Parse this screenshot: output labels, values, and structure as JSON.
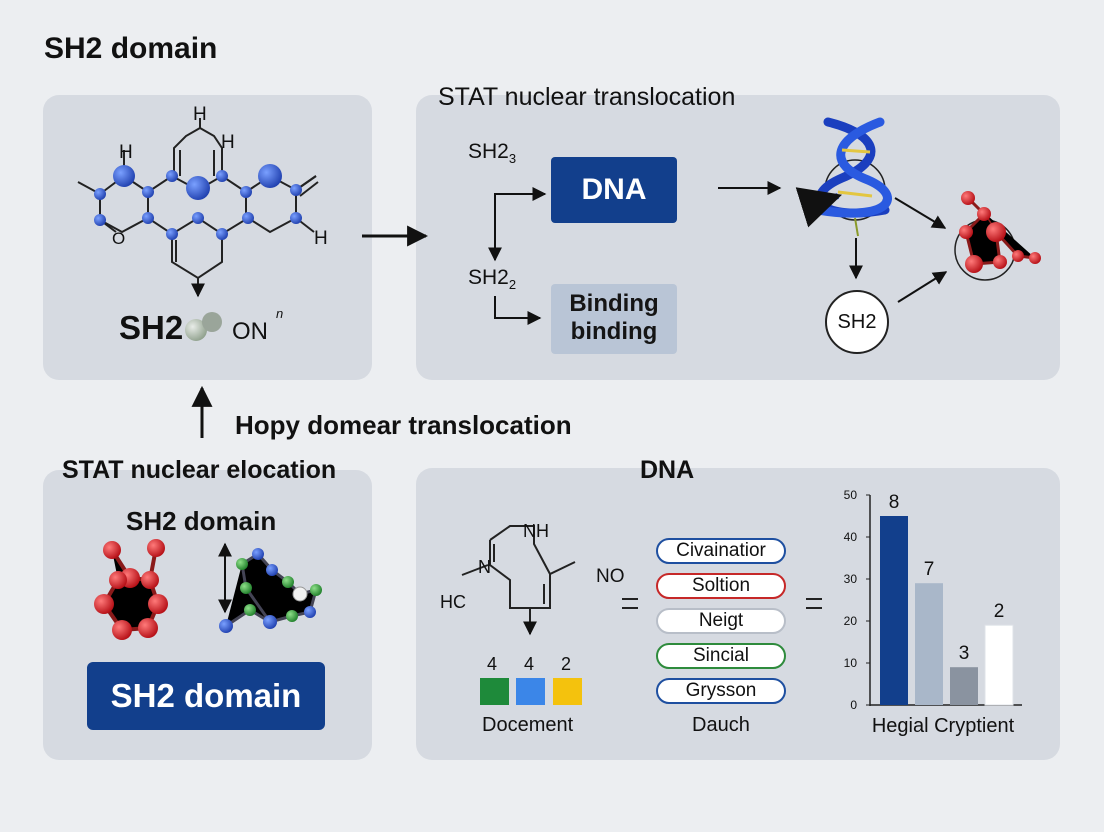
{
  "page_title": "SH2 domain",
  "top_left": {
    "atom_labels": [
      "H",
      "H",
      "H",
      "O",
      "H"
    ],
    "formula_main": "SH2",
    "formula_suffix": "ON",
    "formula_superscript": "n"
  },
  "top_right": {
    "title": "STAT nuclear translocation",
    "sh2_top": "SH2",
    "sh2_top_sub": "3",
    "dna_box": "DNA",
    "sh2_bottom": "SH2",
    "sh2_bottom_sub": "2",
    "binding_box_line1": "Binding",
    "binding_box_line2": "binding",
    "circle_label": "SH2"
  },
  "middle_caption": "Hopy domear translocation",
  "bottom_left": {
    "title": "STAT nuclear elocation",
    "subtitle": "SH2 domain",
    "button": "SH2 domain"
  },
  "bottom_right": {
    "title": "DNA",
    "labels": {
      "nh": "NH",
      "n": "N",
      "hc": "HC",
      "no": "NO"
    },
    "swatches": [
      {
        "num": "4",
        "color": "#1e8a3a"
      },
      {
        "num": "4",
        "color": "#3b86e8"
      },
      {
        "num": "2",
        "color": "#f4c20d"
      }
    ],
    "swatch_caption": "Docement",
    "pills": [
      {
        "label": "Civainatior",
        "color": "#1e4fa0"
      },
      {
        "label": "Soltion",
        "color": "#c62828"
      },
      {
        "label": "Neigt",
        "color": "#b8bec8"
      },
      {
        "label": "Sincial",
        "color": "#2e8b3c"
      },
      {
        "label": "Grysson",
        "color": "#1e4fa0"
      }
    ],
    "pills_caption": "Dauch"
  },
  "chart_data": {
    "type": "bar",
    "categories": [
      "",
      "",
      "",
      ""
    ],
    "values": [
      45,
      29,
      9,
      19
    ],
    "data_labels": [
      "8",
      "7",
      "3",
      "2"
    ],
    "colors": [
      "#123f8c",
      "#a9b7c9",
      "#8a93a0",
      "#ffffff"
    ],
    "y_ticks": [
      "0",
      "10",
      "20",
      "30",
      "40",
      "50"
    ],
    "ylim": [
      0,
      50
    ],
    "xlabel": "Hegial Cryptient"
  }
}
